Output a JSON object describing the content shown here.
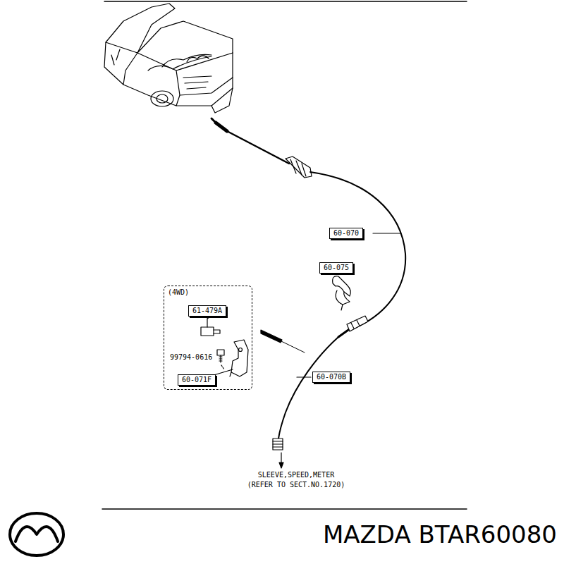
{
  "diagram": {
    "caption": "MAZDA BTAR60080",
    "nodes": [
      {
        "text": [
          "(4WD)"
        ]
      },
      {
        "text": [
          "61-479A"
        ],
        "in": 0
      },
      {
        "text": [
          "60-071F"
        ],
        "in": 0
      },
      {
        "text": [
          "60-070"
        ]
      },
      {
        "text": [
          "60-075"
        ]
      },
      {
        "text": [
          "60-070B"
        ]
      }
    ],
    "labels": [
      "99794-0616",
      "SLEEVE,SPEED,METER",
      "(REFER TO SECT.NO.1720)"
    ]
  }
}
